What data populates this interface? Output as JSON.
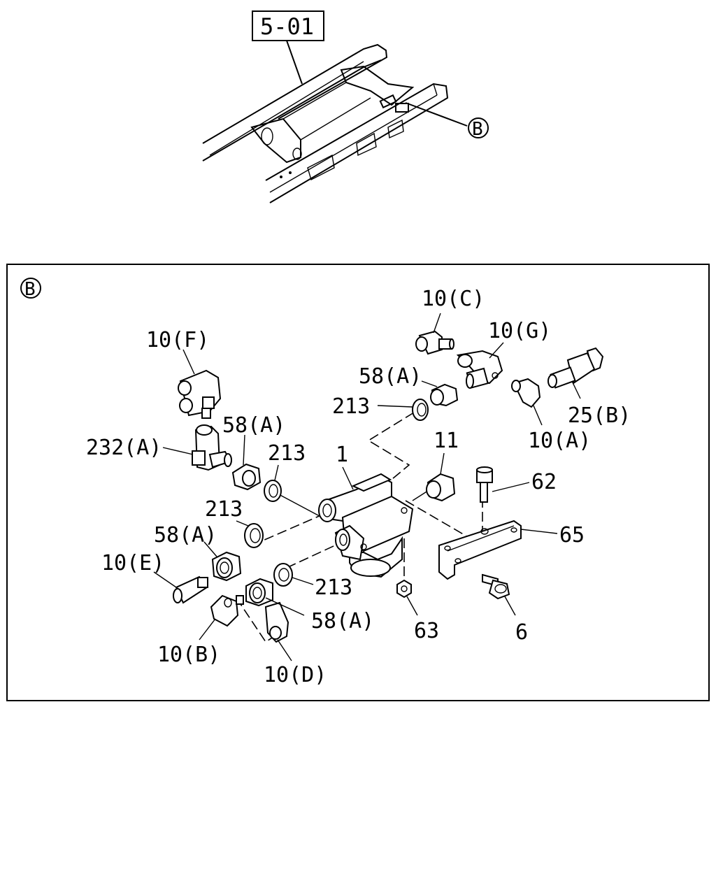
{
  "ref_box": {
    "text": "5-01"
  },
  "callout_b": {
    "text": "B"
  },
  "labels": {
    "l_10C": "10(C)",
    "l_10G": "10(G)",
    "l_10F": "10(F)",
    "l_58A_top": "58(A)",
    "l_213_top": "213",
    "l_25B": "25(B)",
    "l_10A": "10(A)",
    "l_232A": "232(A)",
    "l_58A_left": "58(A)",
    "l_213_mid": "213",
    "l_1": "1",
    "l_11": "11",
    "l_62": "62",
    "l_65": "65",
    "l_213_left": "213",
    "l_58A_lower": "58(A)",
    "l_10E": "10(E)",
    "l_213_lower": "213",
    "l_58A_bottom": "58(A)",
    "l_63": "63",
    "l_6": "6",
    "l_10B": "10(B)",
    "l_10D": "10(D)"
  },
  "icons": {
    "frame": "chassis-frame-illustration",
    "valve": "valve-body-icon"
  }
}
